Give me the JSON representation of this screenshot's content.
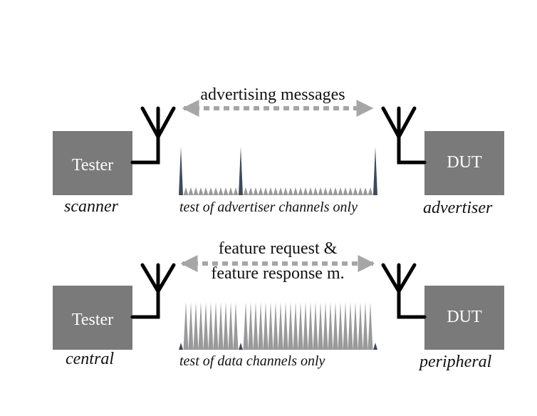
{
  "top_scenario": {
    "message": "advertising messages",
    "tester_label": "Tester",
    "tester_role": "scanner",
    "dut_label": "DUT",
    "dut_role": "advertiser",
    "caption": "test of advertiser channels only"
  },
  "bottom_scenario": {
    "message_line1": "feature request &",
    "message_line2": "feature response m.",
    "tester_label": "Tester",
    "tester_role": "central",
    "dut_label": "DUT",
    "dut_role": "peripheral",
    "caption": "test of data channels only"
  },
  "colors": {
    "box": "#7a7a7a",
    "arrow": "#a6a6a6",
    "spike_dark": "#3e4a5c",
    "spike_light": "#9a9a9a",
    "antenna": "#000000"
  },
  "icons": [
    "antenna-icon",
    "double-headed-arrow-icon"
  ]
}
